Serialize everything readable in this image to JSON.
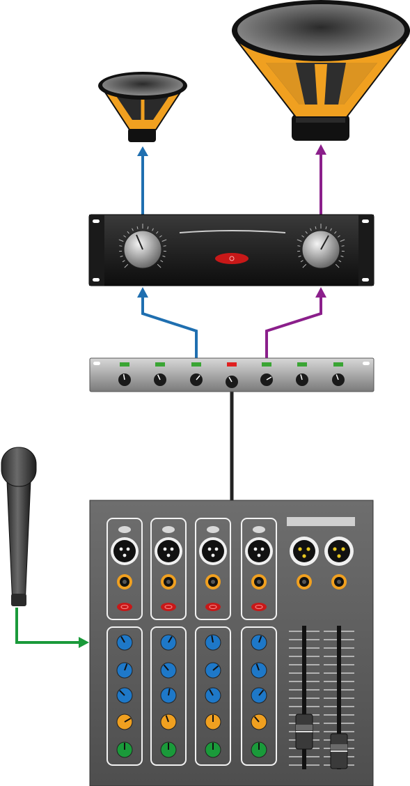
{
  "colors": {
    "blue_link": "#1f6fb0",
    "purple_link": "#8b1f8b",
    "green_link": "#1a9a3a",
    "black_link": "#222222",
    "speaker_orange": "#f0a020",
    "knob_blue": "#1e78c8",
    "knob_orange": "#f0a020",
    "knob_green": "#1a9a3a",
    "led_green": "#3aa534",
    "led_red": "#e02020"
  },
  "diagram": {
    "speakers": [
      {
        "id": "tweeter",
        "icon": "small-speaker-icon"
      },
      {
        "id": "woofer",
        "icon": "large-speaker-icon"
      }
    ],
    "amplifier": {
      "icon": "power-amplifier-icon"
    },
    "crossover": {
      "icon": "crossover-icon",
      "leds": [
        "green",
        "green",
        "green",
        "red",
        "green",
        "green",
        "green"
      ]
    },
    "mixer": {
      "icon": "mixer-icon",
      "channels": 4,
      "knob_rows": [
        "blue",
        "blue",
        "blue",
        "orange",
        "green"
      ]
    },
    "microphone": {
      "icon": "microphone-icon"
    },
    "connections": [
      {
        "from": "microphone",
        "to": "mixer",
        "color": "green"
      },
      {
        "from": "mixer",
        "to": "crossover",
        "color": "black"
      },
      {
        "from": "crossover",
        "to": "amplifier",
        "color": "blue"
      },
      {
        "from": "crossover",
        "to": "amplifier",
        "color": "purple"
      },
      {
        "from": "amplifier",
        "to": "tweeter",
        "color": "blue"
      },
      {
        "from": "amplifier",
        "to": "woofer",
        "color": "purple"
      }
    ]
  }
}
